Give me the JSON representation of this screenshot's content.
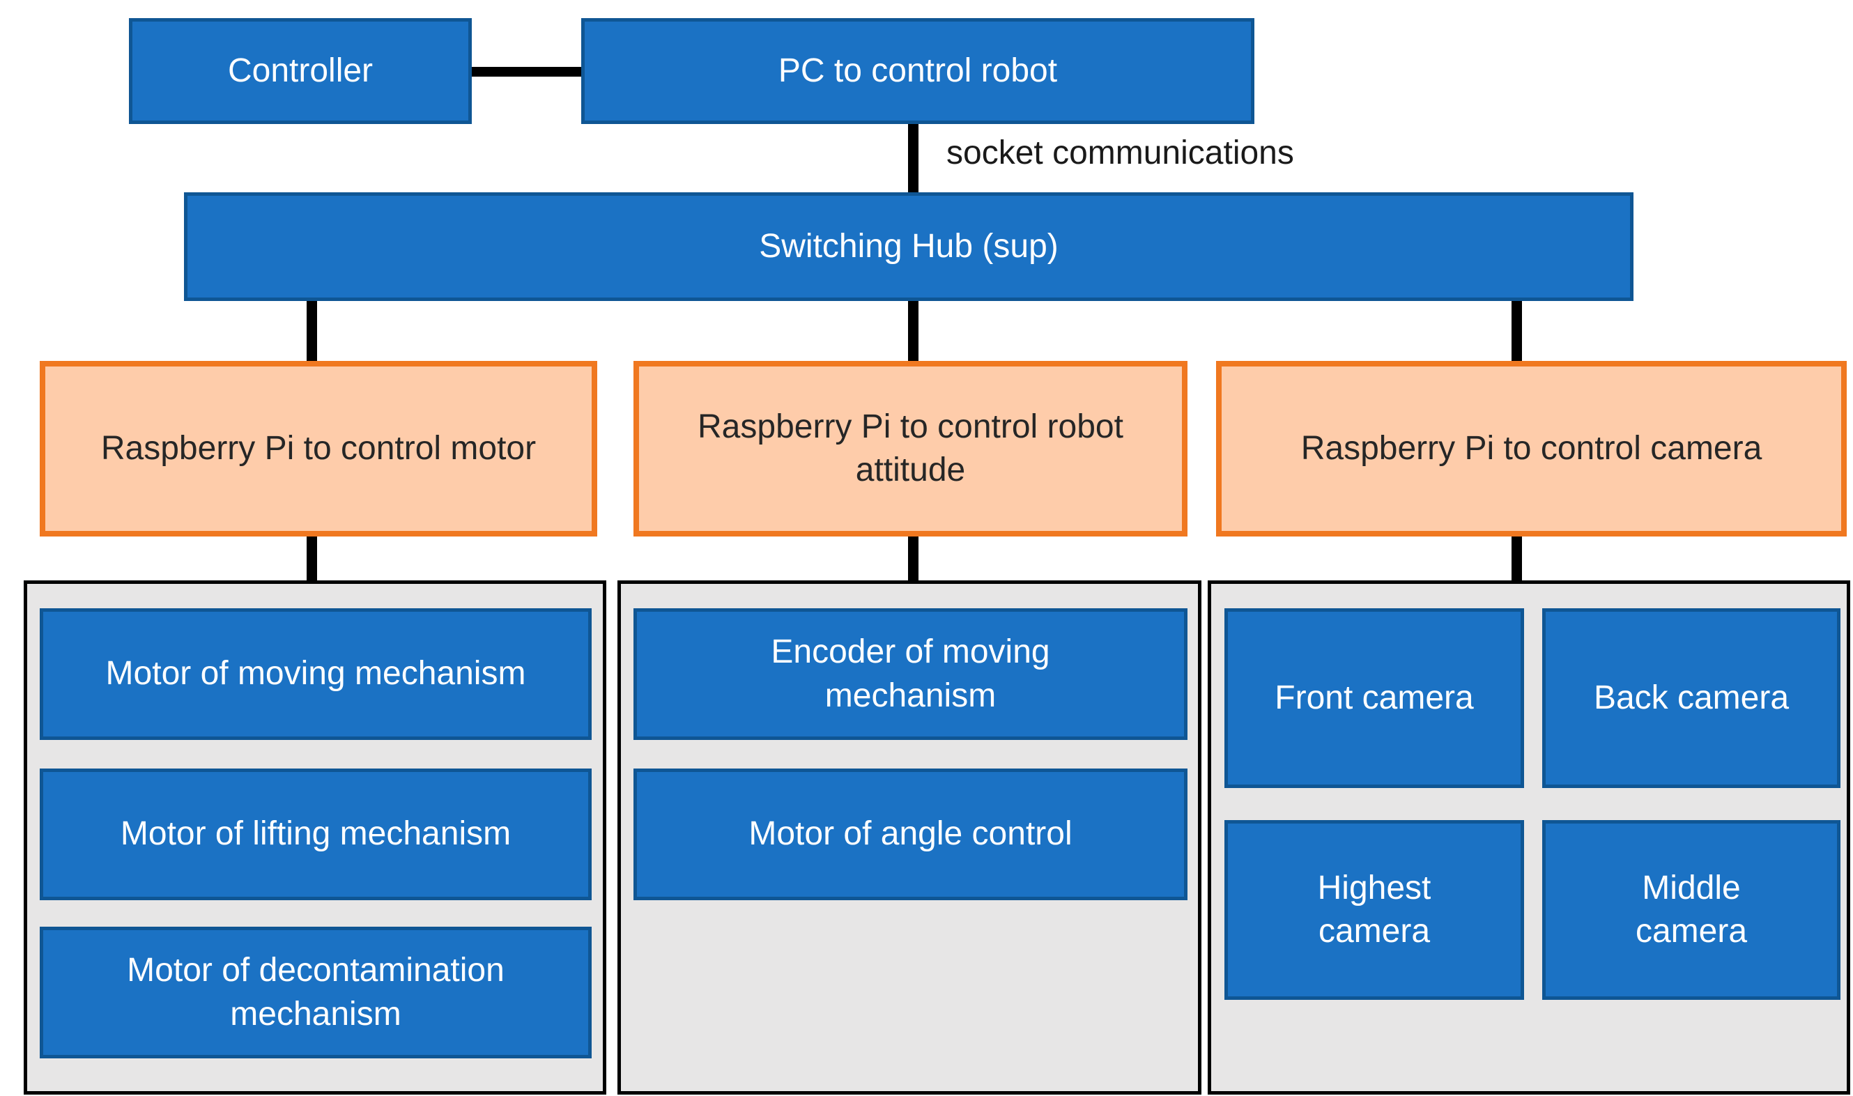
{
  "colors": {
    "box_blue_fill": "#1B72C4",
    "box_blue_border": "#0F5694",
    "box_blue_text": "#FFFFFF",
    "raspberry_fill": "#FECCAA",
    "raspberry_border": "#F07820",
    "raspberry_text": "#262626",
    "panel_fill": "#E7E6E6",
    "panel_border": "#000000",
    "connector": "#000000",
    "background": "#FFFFFF"
  },
  "top": {
    "controller": "Controller",
    "pc": "PC to control robot",
    "connection_label": "socket communications"
  },
  "hub": {
    "label": "Switching Hub (sup)"
  },
  "raspberry_row": {
    "motor": "Raspberry Pi to control motor",
    "attitude": "Raspberry Pi to control robot\nattitude",
    "camera": "Raspberry Pi to control camera"
  },
  "motor_group": {
    "items": [
      "Motor of moving mechanism",
      "Motor of lifting mechanism",
      "Motor of decontamination\nmechanism"
    ]
  },
  "attitude_group": {
    "items": [
      "Encoder of moving\nmechanism",
      "Motor of angle control"
    ]
  },
  "camera_group": {
    "items": [
      "Front camera",
      "Back camera",
      "Highest\ncamera",
      "Middle\ncamera"
    ]
  }
}
